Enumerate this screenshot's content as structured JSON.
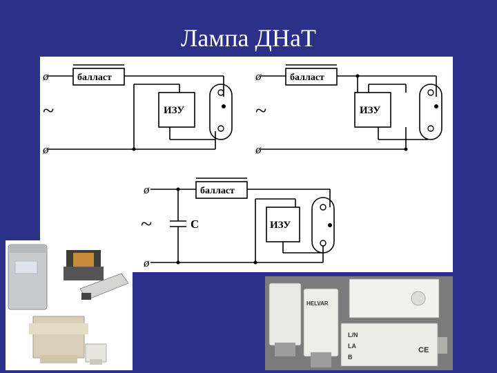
{
  "slide": {
    "title": "Лампа ДНаТ"
  },
  "diagram": {
    "ballast_label": "балласт",
    "igniter_label": "ИЗУ",
    "capacitor_label": "C",
    "ac_symbol": "~",
    "terminal_symbol": "ø"
  },
  "photos": {
    "left": {
      "description": "ballasts and igniters"
    },
    "right": {
      "brand": "HELVAR",
      "label_lines": [
        "L/N",
        "LA",
        "B"
      ],
      "mark": "CE"
    }
  },
  "colors": {
    "background": "#2b3089",
    "title": "#ffffff",
    "panel": "#ffffff",
    "line": "#000000"
  }
}
